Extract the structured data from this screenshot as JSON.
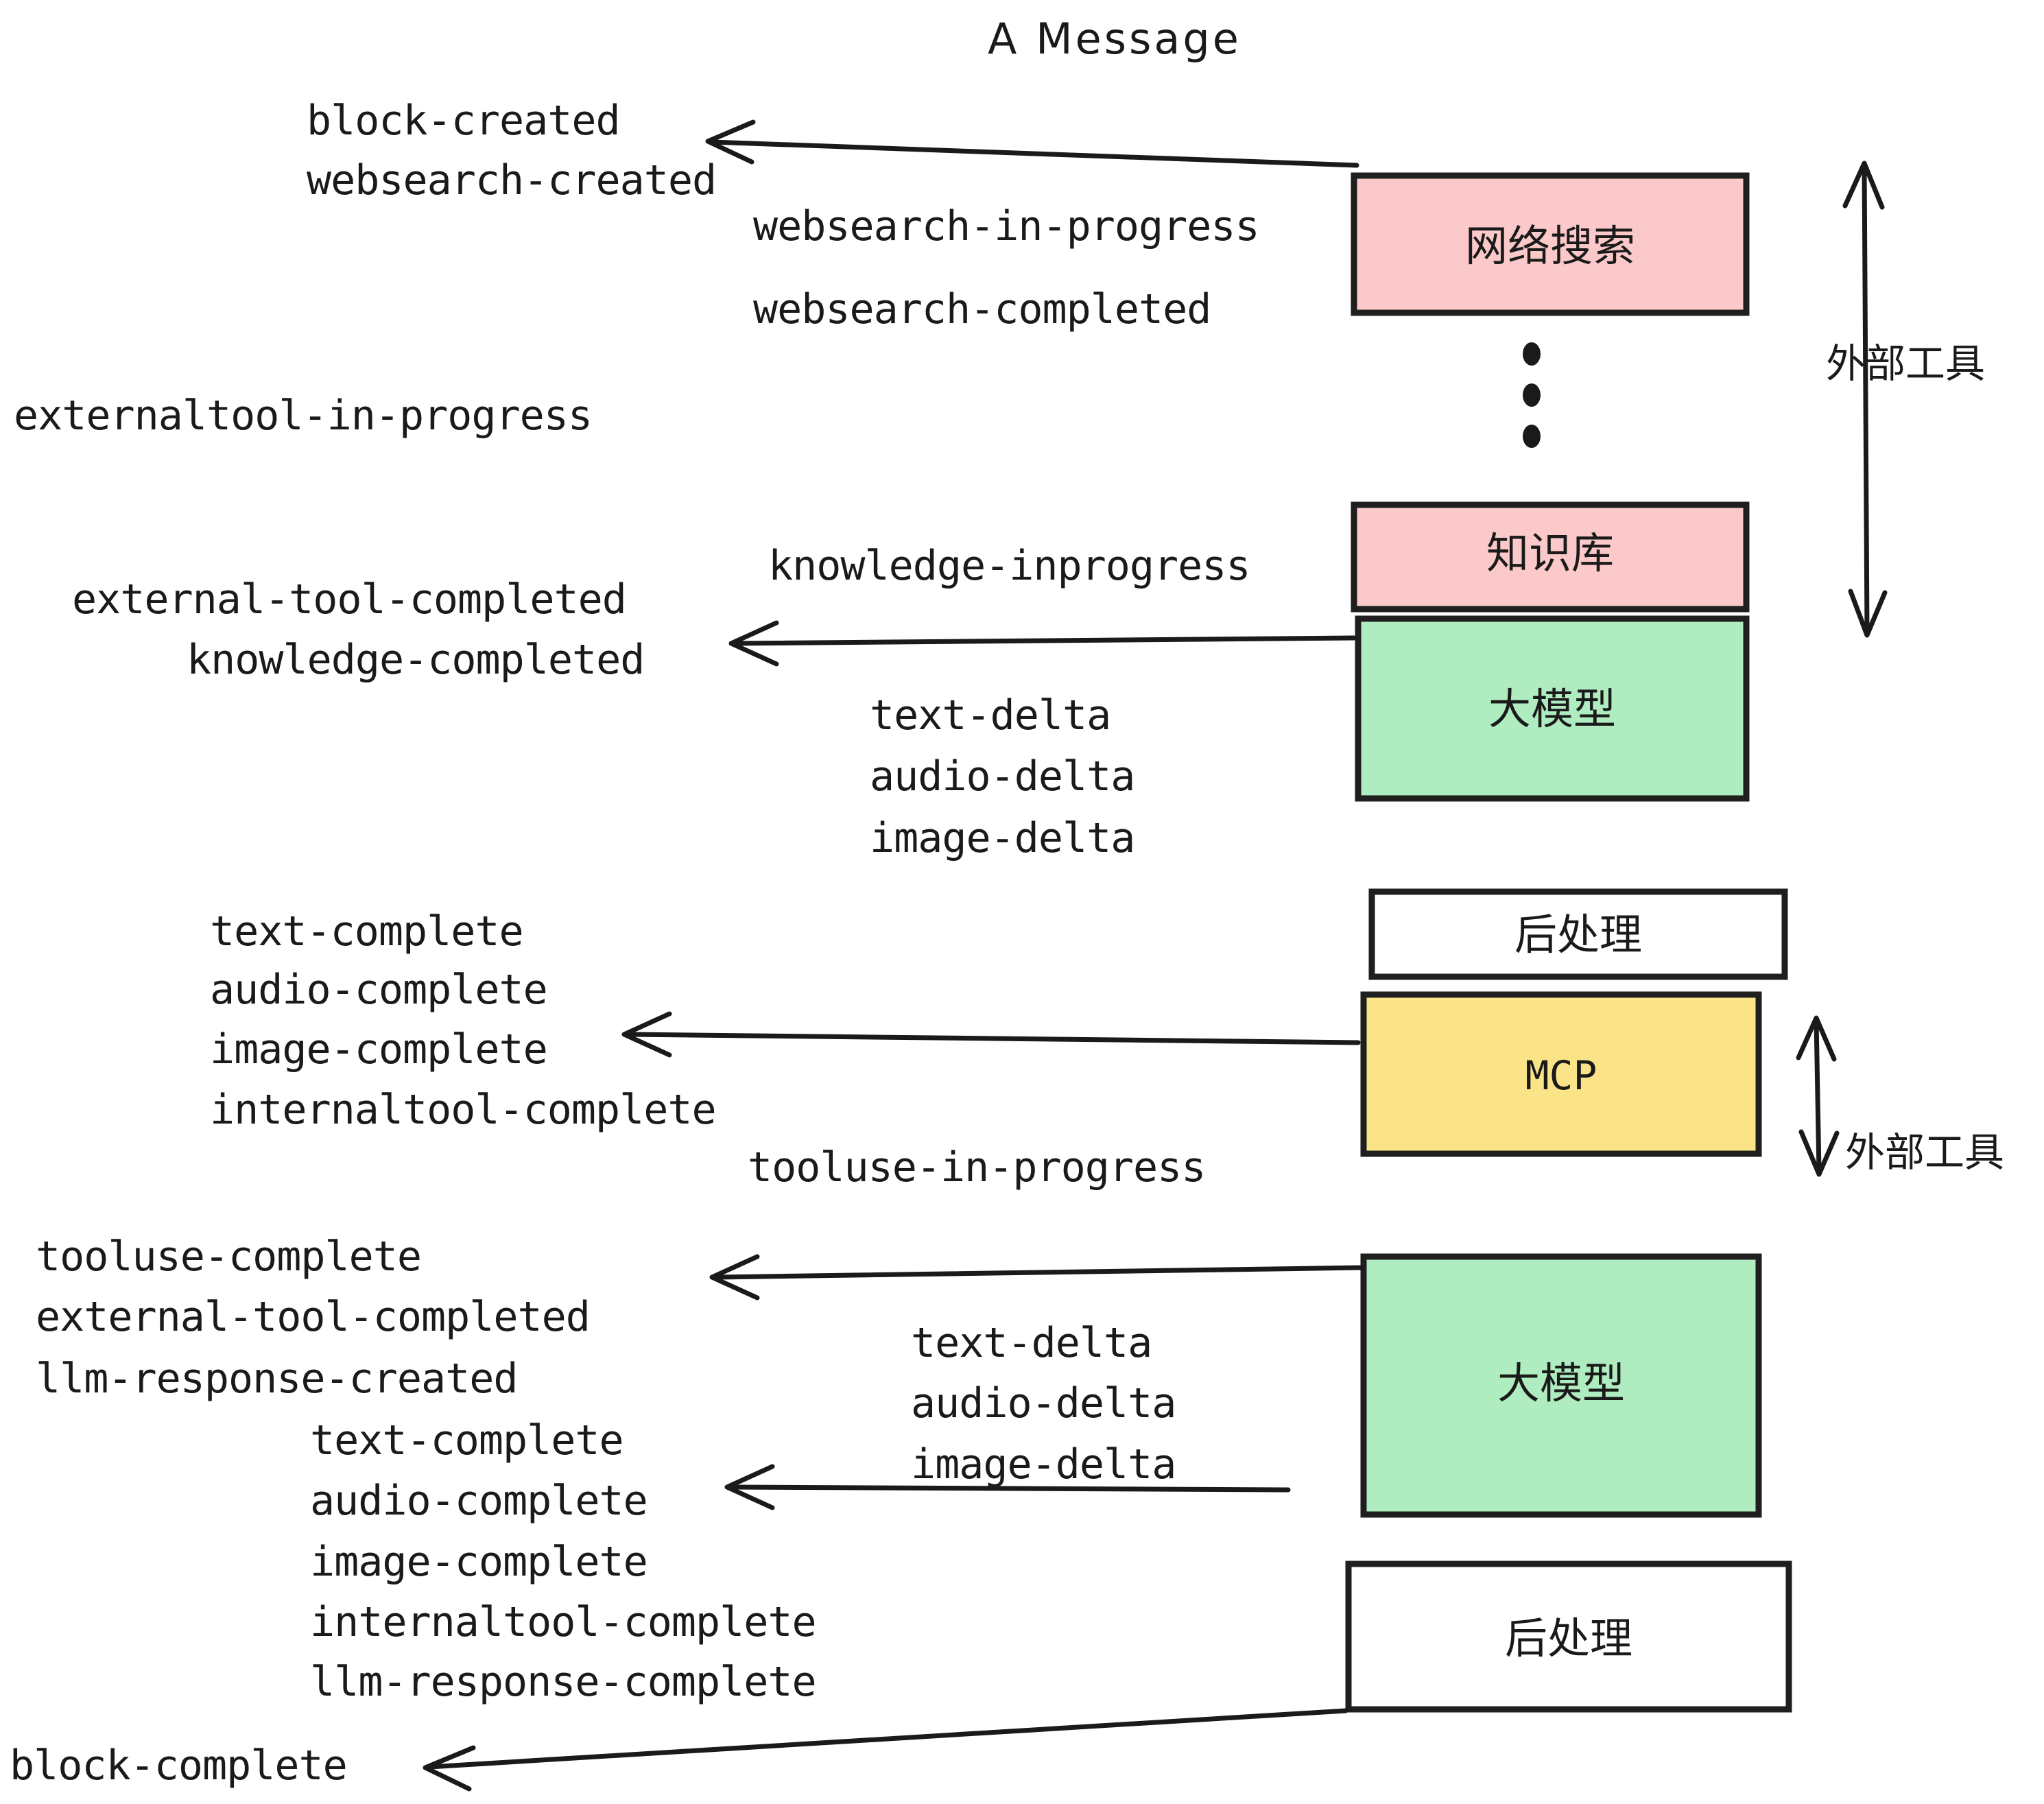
{
  "title": "A Message",
  "colors": {
    "pink": "#FBC9C9",
    "green": "#AFEDC0",
    "yellow": "#FAE487",
    "white": "#FFFFFF",
    "stroke": "#1F1F1F",
    "text": "#1A1A1A",
    "background": "#FFFFFF"
  },
  "boxes": [
    {
      "id": "websearch",
      "label": "网络搜索",
      "fill": "#FBC9C9"
    },
    {
      "id": "knowledge",
      "label": "知识库",
      "fill": "#FBC9C9"
    },
    {
      "id": "llm-1",
      "label": "大模型",
      "fill": "#AFEDC0"
    },
    {
      "id": "postprocess-1",
      "label": "后处理",
      "fill": "#FFFFFF"
    },
    {
      "id": "mcp",
      "label": "MCP",
      "fill": "#FAE487"
    },
    {
      "id": "llm-2",
      "label": "大模型",
      "fill": "#AFEDC0"
    },
    {
      "id": "postprocess-2",
      "label": "后处理",
      "fill": "#FFFFFF"
    }
  ],
  "group_labels": [
    {
      "id": "external-tools-top",
      "label": "外部工具"
    },
    {
      "id": "external-tools-bottom",
      "label": "外部工具"
    }
  ],
  "events": [
    {
      "id": "block-created",
      "text": "block-created"
    },
    {
      "id": "websearch-created",
      "text": "websearch-created"
    },
    {
      "id": "websearch-in-progress",
      "text": "websearch-in-progress"
    },
    {
      "id": "websearch-completed",
      "text": "websearch-completed"
    },
    {
      "id": "externaltool-in-progress",
      "text": "externaltool-in-progress"
    },
    {
      "id": "knowledge-inprogress",
      "text": "knowledge-inprogress"
    },
    {
      "id": "external-tool-completed-1",
      "text": "external-tool-completed"
    },
    {
      "id": "knowledge-completed",
      "text": "knowledge-completed"
    },
    {
      "id": "text-delta-1",
      "text": "text-delta"
    },
    {
      "id": "audio-delta-1",
      "text": "audio-delta"
    },
    {
      "id": "image-delta-1",
      "text": "image-delta"
    },
    {
      "id": "text-complete-1",
      "text": "text-complete"
    },
    {
      "id": "audio-complete-1",
      "text": "audio-complete"
    },
    {
      "id": "image-complete-1",
      "text": "image-complete"
    },
    {
      "id": "internaltool-complete-1",
      "text": "internaltool-complete"
    },
    {
      "id": "tooluse-in-progress",
      "text": "tooluse-in-progress"
    },
    {
      "id": "tooluse-complete",
      "text": "tooluse-complete"
    },
    {
      "id": "external-tool-completed-2",
      "text": "external-tool-completed"
    },
    {
      "id": "llm-response-created",
      "text": "llm-response-created"
    },
    {
      "id": "text-delta-2",
      "text": "text-delta"
    },
    {
      "id": "audio-delta-2",
      "text": "audio-delta"
    },
    {
      "id": "image-delta-2",
      "text": "image-delta"
    },
    {
      "id": "text-complete-2",
      "text": "text-complete"
    },
    {
      "id": "audio-complete-2",
      "text": "audio-complete"
    },
    {
      "id": "image-complete-2",
      "text": "image-complete"
    },
    {
      "id": "internaltool-complete-2",
      "text": "internaltool-complete"
    },
    {
      "id": "llm-response-complete",
      "text": "llm-response-complete"
    },
    {
      "id": "block-complete",
      "text": "block-complete"
    }
  ],
  "chart_data": {
    "type": "diagram",
    "title": "A Message",
    "nodes": [
      {
        "name": "网络搜索",
        "color": "pink",
        "role": "external-tool"
      },
      {
        "name": "知识库",
        "color": "pink",
        "role": "external-tool"
      },
      {
        "name": "大模型",
        "color": "green",
        "role": "llm"
      },
      {
        "name": "后处理",
        "color": "white",
        "role": "post-processing"
      },
      {
        "name": "MCP",
        "color": "yellow",
        "role": "external-tool"
      },
      {
        "name": "大模型",
        "color": "green",
        "role": "llm"
      },
      {
        "name": "后处理",
        "color": "white",
        "role": "post-processing"
      }
    ],
    "emitted_events": [
      "block-created",
      "websearch-created",
      "websearch-in-progress",
      "websearch-completed",
      "externaltool-in-progress",
      "knowledge-inprogress",
      "external-tool-completed",
      "knowledge-completed",
      "text-delta",
      "audio-delta",
      "image-delta",
      "text-complete",
      "audio-complete",
      "image-complete",
      "internaltool-complete",
      "tooluse-in-progress",
      "tooluse-complete",
      "external-tool-completed",
      "llm-response-created",
      "text-delta",
      "audio-delta",
      "image-delta",
      "text-complete",
      "audio-complete",
      "image-complete",
      "internaltool-complete",
      "llm-response-complete",
      "block-complete"
    ],
    "annotations": [
      "外部工具",
      "外部工具"
    ]
  }
}
